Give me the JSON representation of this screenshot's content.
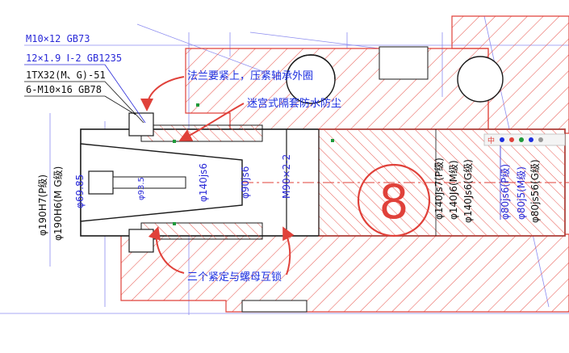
{
  "callouts": {
    "part_list": [
      {
        "text": "M10×12 GB73",
        "color": "#2a2ad8"
      },
      {
        "text": "12×1.9 Ⅰ-2 GB1235",
        "color": "#2a2ad8"
      },
      {
        "text": "1TX32(M、G)-51",
        "color": "#111111"
      },
      {
        "text": "6-M10×16 GB78",
        "color": "#111111"
      }
    ]
  },
  "annotations": {
    "flange_note": "法兰要紧上，压紧轴承外圈",
    "labyrinth_note": "迷宫式隔套防水防尘",
    "nut_note": "三个紧定与螺母互锁",
    "circled_number": "8"
  },
  "dimensions": {
    "left": [
      "φ190H7(P级)",
      "φ190H6(M G级)",
      "φ69.85",
      "φ93.5",
      "φ140js6",
      "φ90js6",
      "M90×2-2"
    ],
    "right": [
      "φ140Js7(P级)",
      "φ140J6(M级)",
      "φ140Js6(G级)",
      "φ80js6(P级)",
      "φ80j5(M级)",
      "φ80js56(G级)"
    ]
  },
  "toolbar": {
    "label": "中"
  },
  "colors": {
    "drawing_red": "#e0413a",
    "annotation_blue": "#1c2fe0",
    "dim_blue": "#2a2ad8",
    "hatch_red": "#e85a52",
    "outline_black": "#1a1a1a",
    "guide_blue": "#8c8cf0"
  }
}
